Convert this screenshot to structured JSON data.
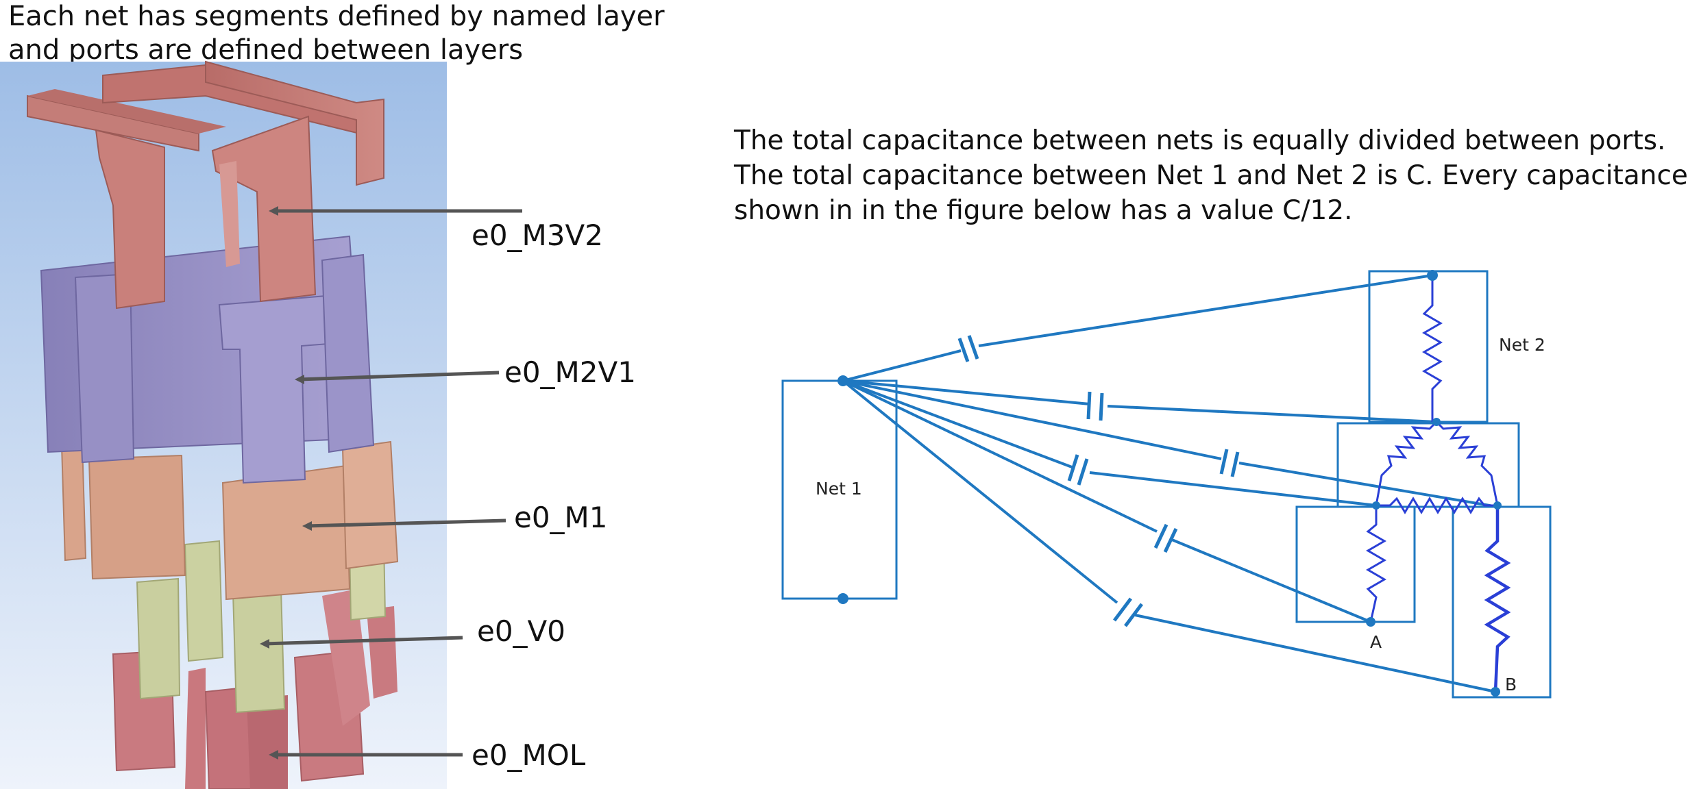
{
  "heading": {
    "line1": "Each net has segments defined by named layer",
    "line2": "and ports are defined between layers"
  },
  "layers": [
    {
      "name": "e0_M3V2"
    },
    {
      "name": "e0_M2V1"
    },
    {
      "name": "e0_M1"
    },
    {
      "name": "e0_V0"
    },
    {
      "name": "e0_MOL"
    }
  ],
  "description": {
    "line1": "The total capacitance between nets is equally divided between ports.",
    "line2": "The total capacitance between Net 1 and Net 2  is C. Every capacitance",
    "line3": "shown in in the figure below  has a value C/12."
  },
  "circuit": {
    "net1_label": "Net 1",
    "net2_label": "Net 2",
    "port_a_label": "A",
    "port_b_label": "B"
  },
  "colors": {
    "circuit_line": "#1f78c1",
    "resistor": "#2a3fd6",
    "m3v2": "#c97c77",
    "m2v1": "#9a93c7",
    "m1": "#d9a48b",
    "v0": "#c9cf9f",
    "mol": "#c9787e"
  }
}
